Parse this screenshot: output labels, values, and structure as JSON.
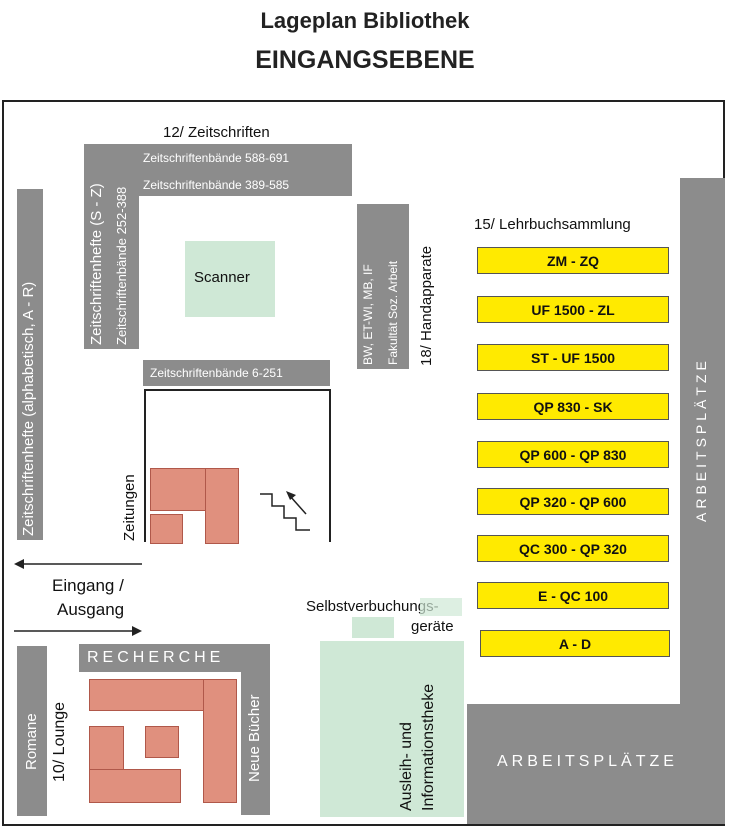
{
  "header": {
    "title": "Lageplan Bibliothek",
    "subtitle": "EINGANGSEBENE"
  },
  "areas": {
    "zeitschriften": "12/  Zeitschriften",
    "band_588": "Zeitschriftenbände 588-691",
    "band_389": "Zeitschriftenbände 389-585",
    "hefte_s_z": "Zeitschriftenhefte (S - Z)",
    "band_252": "Zeitschriftenbände 252-388",
    "hefte_a_r": "Zeitschriftenhefte (alphabetisch, A - R)",
    "scanner": "Scanner",
    "bw_line1": "BW, ET-WI, MB, IF",
    "bw_line2": "Fakultät Soz. Arbeit",
    "handapparate": "18/  Handapparate",
    "lehrbuch": "15/  Lehrbuchsammlung",
    "band_6": "Zeitschriftenbände 6-251",
    "zeitungen": "Zeitungen",
    "eingang": "Eingang /",
    "ausgang": "Ausgang",
    "selbst1": "Selbstverbuchungs-",
    "selbst2": "geräte",
    "recherche": "RECHERCHE",
    "romane": "Romane",
    "lounge": "10/  Lounge",
    "neue_buecher": "Neue Bücher",
    "ausleih1": "Ausleih- und",
    "ausleih2": "Informationstheke",
    "arbeit_right": "ARBEITSPLÄTZE",
    "arbeit_bottom": "ARBEITSPLÄTZE"
  },
  "shelves": [
    "ZM - ZQ",
    "UF 1500 - ZL",
    "ST - UF 1500",
    "QP 830 - SK",
    "QP 600 - QP 830",
    "QP 320 - QP 600",
    "QC 300 - QP 320",
    "E - QC 100",
    "A - D"
  ],
  "colors": {
    "grey": "#8c8c8c",
    "yellow": "#ffea00",
    "green": "#cfe8d6",
    "red": "#e0907e"
  }
}
